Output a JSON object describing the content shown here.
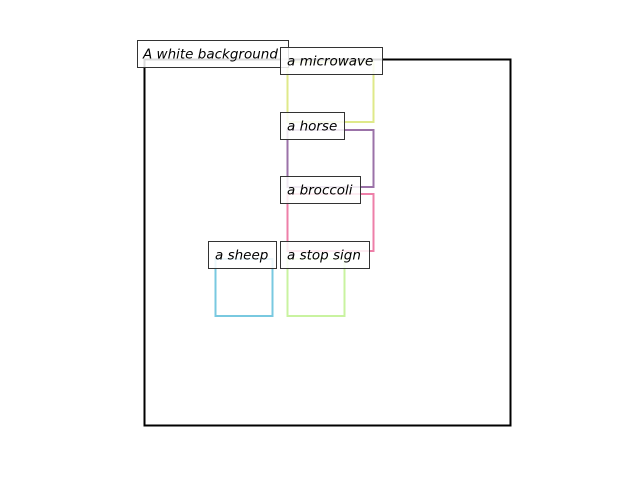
{
  "scene": {
    "background_label": "A white background",
    "frame_color": "#000000",
    "objects": [
      {
        "id": "microwave",
        "label": "a microwave",
        "color": "#dfe98a"
      },
      {
        "id": "horse",
        "label": "a horse",
        "color": "#9b72a8"
      },
      {
        "id": "broccoli",
        "label": "a broccoli",
        "color": "#ee7fa8"
      },
      {
        "id": "sheep",
        "label": "a sheep",
        "color": "#79c9e0"
      },
      {
        "id": "stop-sign",
        "label": "a stop sign",
        "color": "#c9f3a0"
      }
    ]
  }
}
